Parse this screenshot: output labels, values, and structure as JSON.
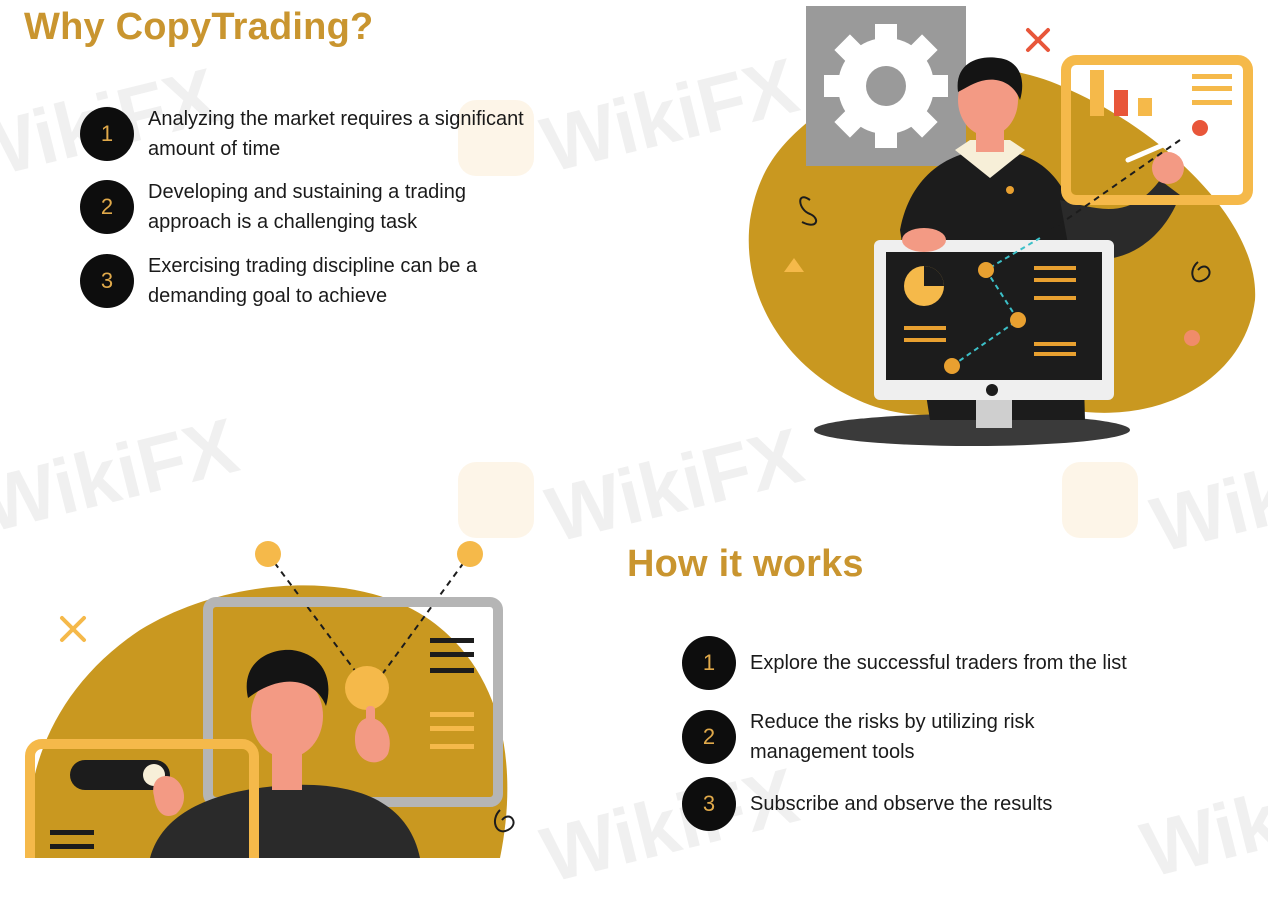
{
  "why_section": {
    "title": "Why CopyTrading?",
    "items": [
      {
        "number": "1",
        "text_line1": "Analyzing the market requires a significant",
        "text_line2": "amount of time"
      },
      {
        "number": "2",
        "text_line1": "Developing and sustaining a trading",
        "text_line2": "approach is a challenging task"
      },
      {
        "number": "3",
        "text_line1": "Exercising trading discipline can be a",
        "text_line2": "demanding goal to achieve"
      }
    ]
  },
  "how_section": {
    "title": "How it works",
    "items": [
      {
        "number": "1",
        "text_line1": "Explore the successful traders from the list",
        "text_line2": ""
      },
      {
        "number": "2",
        "text_line1": "Reduce the risks by utilizing risk",
        "text_line2": "management tools"
      },
      {
        "number": "3",
        "text_line1": "Subscribe and observe the results",
        "text_line2": ""
      }
    ]
  },
  "watermark": {
    "text": "WikiFX"
  },
  "colors": {
    "accent_gold": "#c9952f",
    "blob_gold": "#c99820",
    "orange_light": "#f5b94a",
    "dark": "#1a1a1a",
    "coral": "#e8563a"
  },
  "icons": [
    "gear-icon",
    "bar-chart-icon",
    "pie-chart-icon",
    "toggle-switch-icon",
    "close-x-icon"
  ]
}
